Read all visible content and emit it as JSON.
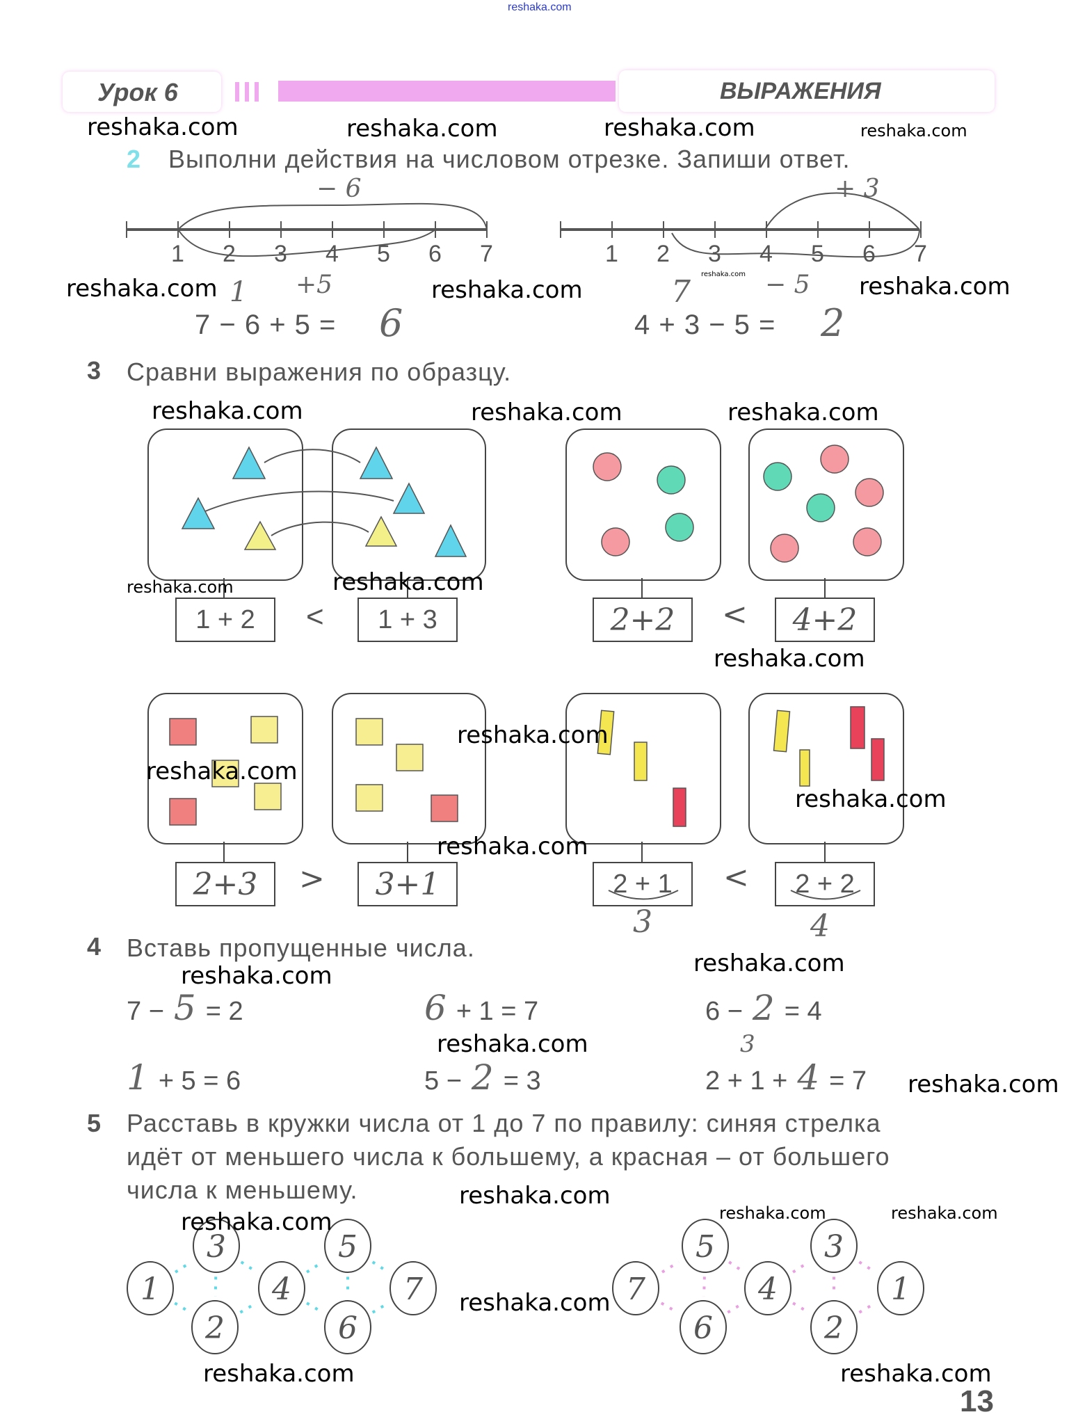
{
  "watermark": "reshaka.com",
  "header": {
    "lesson": "Урок 6",
    "title": "ВЫРАЖЕНИЯ"
  },
  "task2": {
    "number": "2",
    "text": "Выполни действия на числовом отрезке. Запиши ответ.",
    "ticks": [
      "1",
      "2",
      "3",
      "4",
      "5",
      "6",
      "7"
    ],
    "left": {
      "arc_top": "− 6",
      "arc_bottom": "+5",
      "note": "1",
      "expr": "7 − 6 + 5 =",
      "answer": "6"
    },
    "right": {
      "arc_top": "+ 3",
      "arc_bottom": "− 5",
      "note": "7",
      "expr": "4 + 3 − 5 =",
      "answer": "2"
    }
  },
  "task3": {
    "number": "3",
    "text": "Сравни выражения по образцу.",
    "pairs": [
      {
        "left": "1 + 2",
        "sign": "<",
        "right": "1 + 3"
      },
      {
        "left": "2+2",
        "sign": "<",
        "right": "4+2"
      },
      {
        "left": "2+3",
        "sign": ">",
        "right": "3+1"
      },
      {
        "left": "2 + 1",
        "sign": "<",
        "right": "2 + 2",
        "left_sum": "3",
        "right_sum": "4"
      }
    ]
  },
  "task4": {
    "number": "4",
    "text": "Вставь пропущенные числа.",
    "rows": [
      [
        {
          "a": "7 −",
          "ans": "5",
          "b": "= 2"
        },
        {
          "a": "",
          "ans": "6",
          "b": "+ 1 = 7"
        },
        {
          "a": "6 −",
          "ans": "2",
          "b": "= 4"
        }
      ],
      [
        {
          "a": "",
          "ans": "1",
          "b": "+ 5 = 6"
        },
        {
          "a": "5 −",
          "ans": "2",
          "b": "= 3"
        },
        {
          "a": "2 + 1 +",
          "ans": "4",
          "b": "= 7",
          "note": "3"
        }
      ]
    ]
  },
  "task5": {
    "number": "5",
    "lines": [
      "Расставь в кружки числа от 1 до 7 по правилу: синяя стрелка",
      "идёт от меньшего числа к большему, а красная – от большего",
      "числа к меньшему."
    ],
    "left_circles": [
      "1",
      "3",
      "2",
      "4",
      "5",
      "6",
      "7"
    ],
    "right_circles": [
      "7",
      "5",
      "6",
      "4",
      "3",
      "2",
      "1"
    ],
    "colors": {
      "blue": "#5fd9e6",
      "red": "#e9a0e0"
    }
  },
  "page_number": "13"
}
